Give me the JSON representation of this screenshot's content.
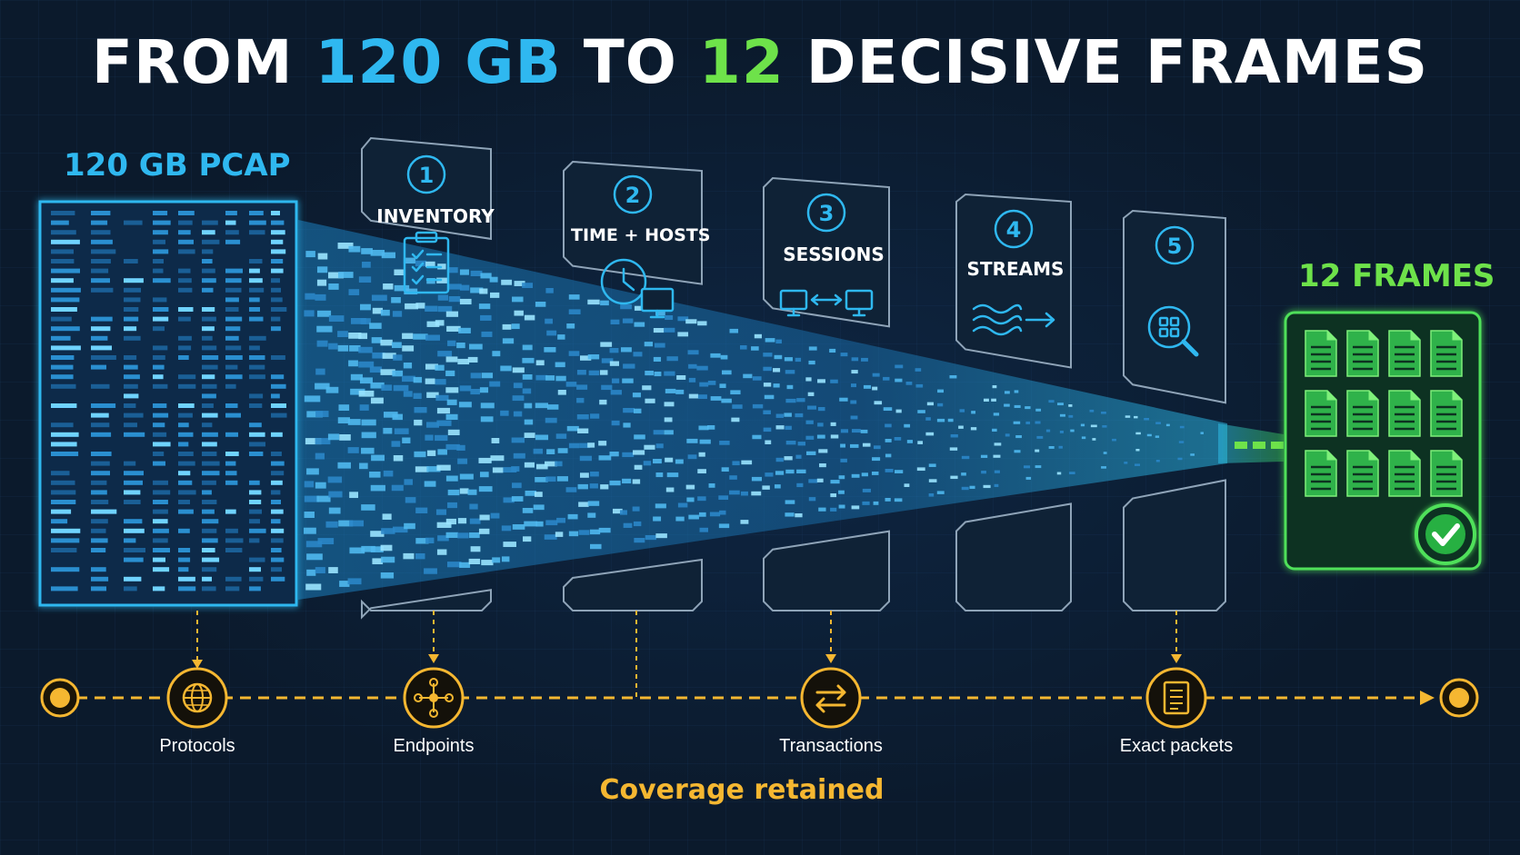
{
  "title": {
    "part1": "FROM ",
    "part2": "120 GB",
    "part3": " TO ",
    "part4": "12",
    "part5": " DECISIVE FRAMES"
  },
  "source": {
    "label": "120 GB PCAP"
  },
  "output": {
    "label": "12 FRAMES",
    "file_count": 12
  },
  "stages": [
    {
      "number": "1",
      "label": "INVENTORY",
      "icon": "clipboard-checklist-icon"
    },
    {
      "number": "2",
      "label": "TIME + HOSTS",
      "icon": "clock-monitor-icon"
    },
    {
      "number": "3",
      "label": "SESSIONS",
      "icon": "two-computers-exchange-icon"
    },
    {
      "number": "4",
      "label": "STREAMS",
      "icon": "wave-arrow-icon"
    },
    {
      "number": "5",
      "label": "",
      "icon": "magnify-grid-icon"
    }
  ],
  "milestones": [
    {
      "label": "Protocols",
      "icon": "globe-icon"
    },
    {
      "label": "Endpoints",
      "icon": "network-nodes-icon"
    },
    {
      "label": "Transactions",
      "icon": "swap-arrows-icon"
    },
    {
      "label": "Exact packets",
      "icon": "document-list-icon"
    }
  ],
  "coverage": {
    "label": "Coverage retained"
  },
  "colors": {
    "blue": "#2fb8f0",
    "green": "#6ee24a",
    "amber": "#f5b731",
    "panel": "#0f2236",
    "panel_border": "#8fa4b8"
  }
}
